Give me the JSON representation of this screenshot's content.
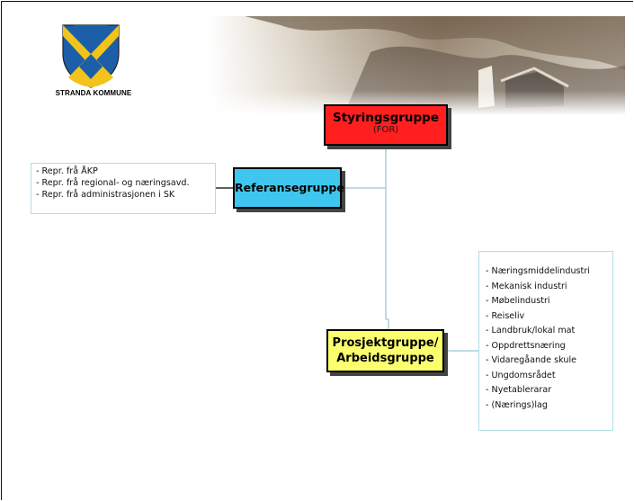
{
  "header": {
    "organisation": "STRANDA KOMMUNE",
    "logo_icon": "coat-of-arms-icon",
    "banner_icon": "mountain-farm-photo"
  },
  "steering": {
    "title": "Styringsgruppe",
    "subtitle": "(FOR)",
    "color": "#ff1f1f"
  },
  "reference": {
    "title": "Referansegruppe",
    "color": "#3fc6ee",
    "members": [
      "- Repr. frå ÅKP",
      "- Repr. frå regional- og næringsavd.",
      "- Repr. frå administrasjonen i SK"
    ]
  },
  "project": {
    "title_line1": "Prosjektgruppe/",
    "title_line2": "Arbeidsgruppe",
    "color": "#fbff6e",
    "members": [
      "- Næringsmiddelindustri",
      "- Mekanisk industri",
      "- Møbelindustri",
      "- Reiseliv",
      "- Landbruk/lokal mat",
      "- Oppdrettsnæring",
      "- Vidaregåande skule",
      "- Ungdomsrådet",
      "- Nyetablerarar",
      "- (Nærings)lag"
    ]
  }
}
